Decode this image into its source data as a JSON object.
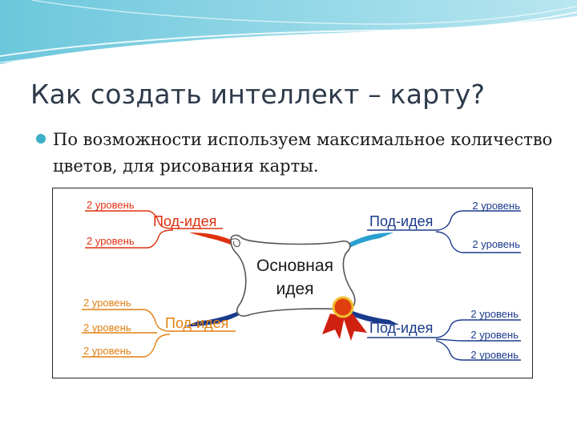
{
  "slide": {
    "title": "Как создать интеллект – карту?",
    "bullet": "По возможности используем максимальное количество цветов, для рисования карты."
  },
  "diagram": {
    "central": {
      "line1": "Основная",
      "line2": "идея"
    },
    "subideas": [
      {
        "label": "Под-идея",
        "color": "#e03010"
      },
      {
        "label": "Под-идея",
        "color": "#1a3a8c"
      },
      {
        "label": "Под-идея",
        "color": "#e08010"
      },
      {
        "label": "Под-идея",
        "color": "#1a3a8c"
      }
    ],
    "levels": [
      {
        "label": "2 уровень",
        "color": "#e03010"
      },
      {
        "label": "2 уровень",
        "color": "#e03010"
      },
      {
        "label": "2 уровень",
        "color": "#1a3a8c"
      },
      {
        "label": "2 уровень",
        "color": "#1a3a8c"
      },
      {
        "label": "2 уровень",
        "color": "#e08010"
      },
      {
        "label": "2 уровень",
        "color": "#e08010"
      },
      {
        "label": "2 уровень",
        "color": "#e08010"
      },
      {
        "label": "2 уровень",
        "color": "#1a3a8c"
      },
      {
        "label": "2 уровень",
        "color": "#1a3a8c"
      },
      {
        "label": "2 уровень",
        "color": "#1a3a8c"
      }
    ],
    "colors": {
      "branch_right": "#2aa0d0",
      "branch_left": "#e03010"
    }
  }
}
